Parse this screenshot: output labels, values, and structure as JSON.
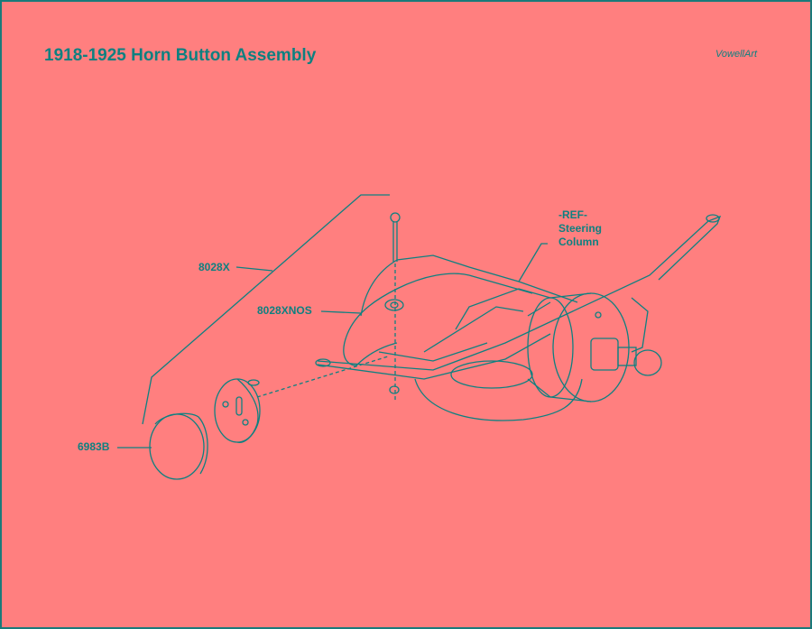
{
  "title": "1918-1925 Horn Button Assembly",
  "credit": "VowellArt",
  "labels": {
    "p8028x": "8028X",
    "p8028xnos": "8028XNOS",
    "p6983b": "6983B",
    "ref_line1": "-REF-",
    "ref_line2": "Steering",
    "ref_line3": "Column"
  },
  "colors": {
    "background": "#ff7f7f",
    "ink": "#0e8080"
  }
}
